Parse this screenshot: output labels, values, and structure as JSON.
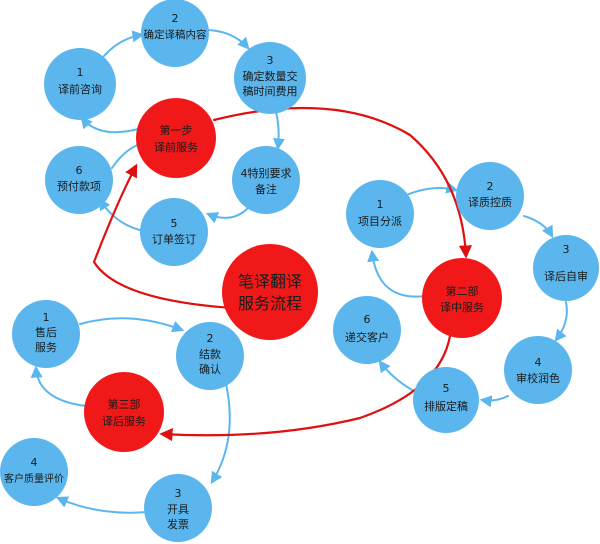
{
  "colors": {
    "blue_node": "#5BB6EE",
    "red_node": "#F01818",
    "blue_arrow": "#5BB6EE",
    "red_arrow": "#E01010",
    "text_dark": "#1a1a1a"
  },
  "center": {
    "line1": "笔译翻译",
    "line2": "服务流程"
  },
  "phases": [
    {
      "id": "phase1",
      "line1": "第一步",
      "line2": "译前服务"
    },
    {
      "id": "phase2",
      "line1": "第二部",
      "line2": "译中服务"
    },
    {
      "id": "phase3",
      "line1": "第三部",
      "line2": "译后服务"
    }
  ],
  "steps": {
    "pre": [
      {
        "num": "1",
        "lines": [
          "译前咨询"
        ]
      },
      {
        "num": "2",
        "lines": [
          "确定译稿内容"
        ]
      },
      {
        "num": "3",
        "lines": [
          "确定数量交",
          "稿时间费用"
        ]
      },
      {
        "num": "",
        "lines": [
          "4特别要求",
          "备注"
        ]
      },
      {
        "num": "5",
        "lines": [
          "订单签订"
        ]
      },
      {
        "num": "6",
        "lines": [
          "预付款项"
        ]
      }
    ],
    "mid": [
      {
        "num": "1",
        "lines": [
          "项目分派"
        ]
      },
      {
        "num": "2",
        "lines": [
          "译质控质"
        ]
      },
      {
        "num": "3",
        "lines": [
          "译后自审"
        ]
      },
      {
        "num": "4",
        "lines": [
          "审校润色"
        ]
      },
      {
        "num": "5",
        "lines": [
          "排版定稿"
        ]
      },
      {
        "num": "6",
        "lines": [
          "递交客户"
        ]
      }
    ],
    "post": [
      {
        "num": "1",
        "lines": [
          "售后",
          "服务"
        ]
      },
      {
        "num": "2",
        "lines": [
          "结款",
          "确认"
        ]
      },
      {
        "num": "3",
        "lines": [
          "开具",
          "发票"
        ]
      },
      {
        "num": "4",
        "lines": [
          "客户质量评价"
        ]
      }
    ]
  }
}
